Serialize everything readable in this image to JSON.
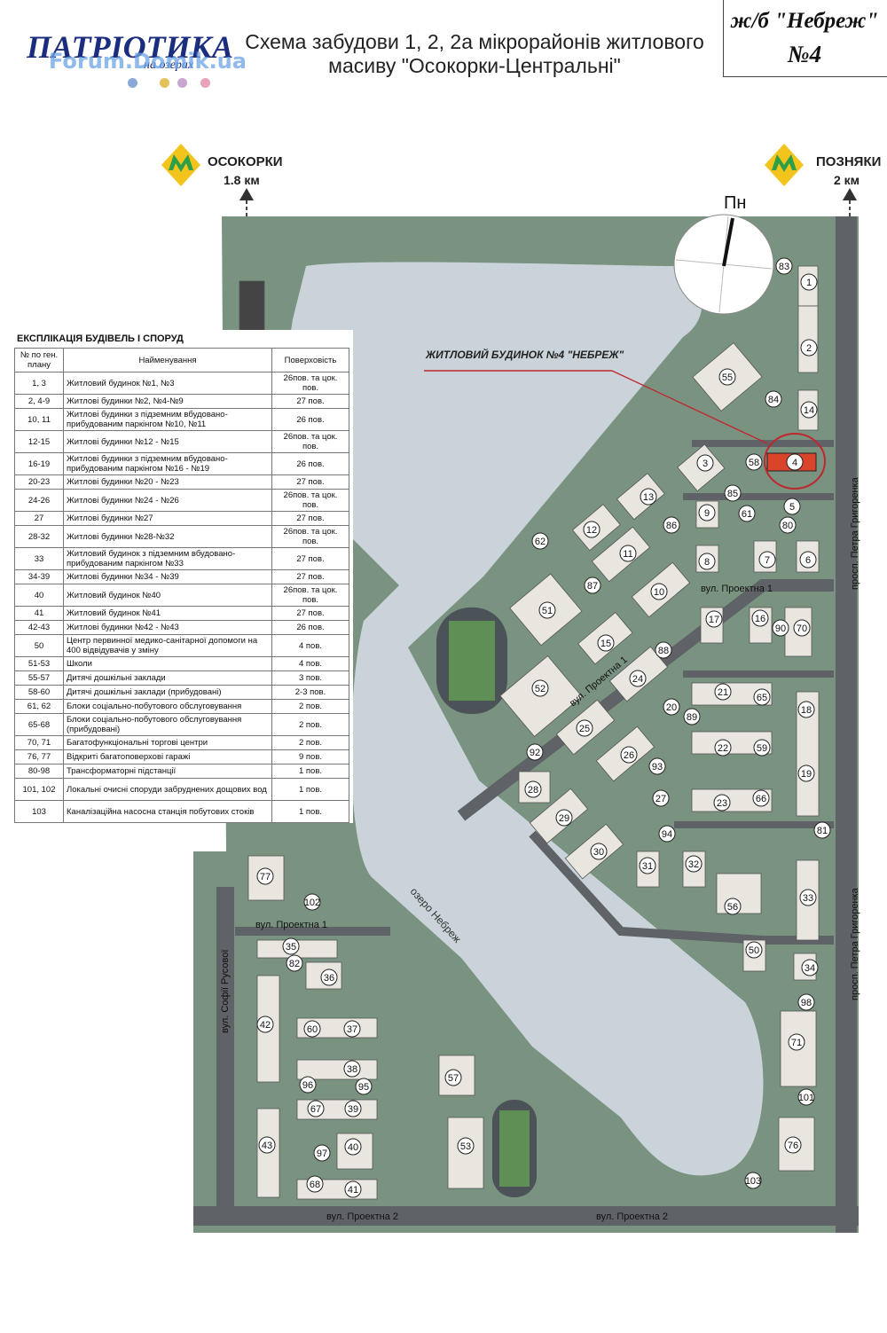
{
  "header": {
    "logo_text": "ПАТРІОТИКА",
    "logo_sub": "на озерах",
    "watermark": "Forum.Domik.ua",
    "title_line1": "Схема забудови 1, 2, 2а мікрорайонів житлового",
    "title_line2": "масиву \"Осокорки-Центральні\"",
    "badge_line1": "ж/б \"Небреж\"",
    "badge_line2": "№4"
  },
  "metro": {
    "left": {
      "name": "ОСОКОРКИ",
      "distance": "1.8 км"
    },
    "right": {
      "name": "ПОЗНЯКИ",
      "distance": "2 км"
    }
  },
  "compass_label": "Пн",
  "highlight_label": "ЖИТЛОВИЙ БУДИНОК №4 \"НЕБРЕЖ\"",
  "lake_label": "озеро Небреж",
  "streets": {
    "proekt1": "вул. Проектна 1",
    "proekt2": "вул. Проектна 2",
    "rusova": "вул. Софії Русової",
    "hryhorenka": "просп. Петра Григоренка"
  },
  "legend": {
    "title": "ЕКСПЛІКАЦІЯ БУДІВЕЛЬ І СПОРУД",
    "headers": [
      "№ по ген. плану",
      "Найменування",
      "Поверховість"
    ],
    "rows": [
      [
        "1, 3",
        "Житловий будинок №1, №3",
        "26пов. та цок. пов."
      ],
      [
        "2, 4-9",
        "Житлові будинки №2, №4-№9",
        "27 пов."
      ],
      [
        "10, 11",
        "Житлові будинки з підземним вбудовано-прибудованим паркінгом №10, №11",
        "26 пов."
      ],
      [
        "12-15",
        "Житлові будинки №12 - №15",
        "26пов. та цок. пов."
      ],
      [
        "16-19",
        "Житлові будинки з підземним вбудовано-прибудованим паркінгом №16 - №19",
        "26 пов."
      ],
      [
        "20-23",
        "Житлові будинки №20 - №23",
        "27 пов."
      ],
      [
        "24-26",
        "Житлові будинки №24 - №26",
        "26пов. та цок. пов."
      ],
      [
        "27",
        "Житлові будинки №27",
        "27 пов."
      ],
      [
        "28-32",
        "Житлові будинки №28-№32",
        "26пов. та цок. пов."
      ],
      [
        "33",
        "Житловий будинок з підземним вбудовано-прибудованим паркінгом №33",
        "27 пов."
      ],
      [
        "34-39",
        "Житлові будинки №34 - №39",
        "27 пов."
      ],
      [
        "40",
        "Житловий будинок №40",
        "26пов. та цок. пов."
      ],
      [
        "41",
        "Житловий будинок №41",
        "27 пов."
      ],
      [
        "42-43",
        "Житлові будинки №42 - №43",
        "26 пов."
      ],
      [
        "50",
        "Центр первинної медико-санітарної допомоги на 400 відвідувачів у зміну",
        "4 пов."
      ],
      [
        "51-53",
        "Школи",
        "4 пов."
      ],
      [
        "55-57",
        "Дитячі дошкільні заклади",
        "3 пов."
      ],
      [
        "58-60",
        "Дитячі дошкільні заклади (прибудовані)",
        "2-3 пов."
      ],
      [
        "61, 62",
        "Блоки соціально-побутового обслуговування",
        "2 пов."
      ],
      [
        "65-68",
        "Блоки соціально-побутового обслуговування (прибудовані)",
        "2 пов."
      ],
      [
        "70, 71",
        "Багатофункціональні торгові центри",
        "2 пов."
      ],
      [
        "76, 77",
        "Відкриті багатоповерхові гаражі",
        "9 пов."
      ],
      [
        "80-98",
        "Трансформаторні підстанції",
        "1 пов."
      ],
      [
        "101, 102",
        "Локальні очисні споруди забруднених дощових вод",
        "1 пов."
      ],
      [
        "103",
        "Каналізаційна насосна станція побутових стоків",
        "1 пов."
      ]
    ]
  },
  "building_labels": [
    "83",
    "1",
    "2",
    "55",
    "84",
    "14",
    "3",
    "58",
    "4",
    "13",
    "85",
    "61",
    "5",
    "9",
    "86",
    "80",
    "62",
    "12",
    "11",
    "7",
    "6",
    "8",
    "87",
    "10",
    "51",
    "17",
    "16",
    "90",
    "70",
    "15",
    "88",
    "52",
    "24",
    "21",
    "65",
    "18",
    "20",
    "89",
    "25",
    "22",
    "59",
    "92",
    "26",
    "93",
    "19",
    "28",
    "27",
    "23",
    "66",
    "29",
    "81",
    "94",
    "30",
    "31",
    "32",
    "33",
    "77",
    "102",
    "56",
    "35",
    "82",
    "50",
    "36",
    "34",
    "98",
    "42",
    "60",
    "37",
    "71",
    "38",
    "57",
    "96",
    "95",
    "101",
    "67",
    "39",
    "43",
    "40",
    "97",
    "53",
    "76",
    "68",
    "41",
    "103"
  ],
  "colors": {
    "lake": "#c9d3d9",
    "land": "#7a9381",
    "road": "#5a5d62",
    "highlight": "#d9442a",
    "annotation": "#c0272d",
    "metro_yellow": "#f3c41b",
    "metro_green": "#2e9e47",
    "logo_blue": "#1b2d7e"
  }
}
